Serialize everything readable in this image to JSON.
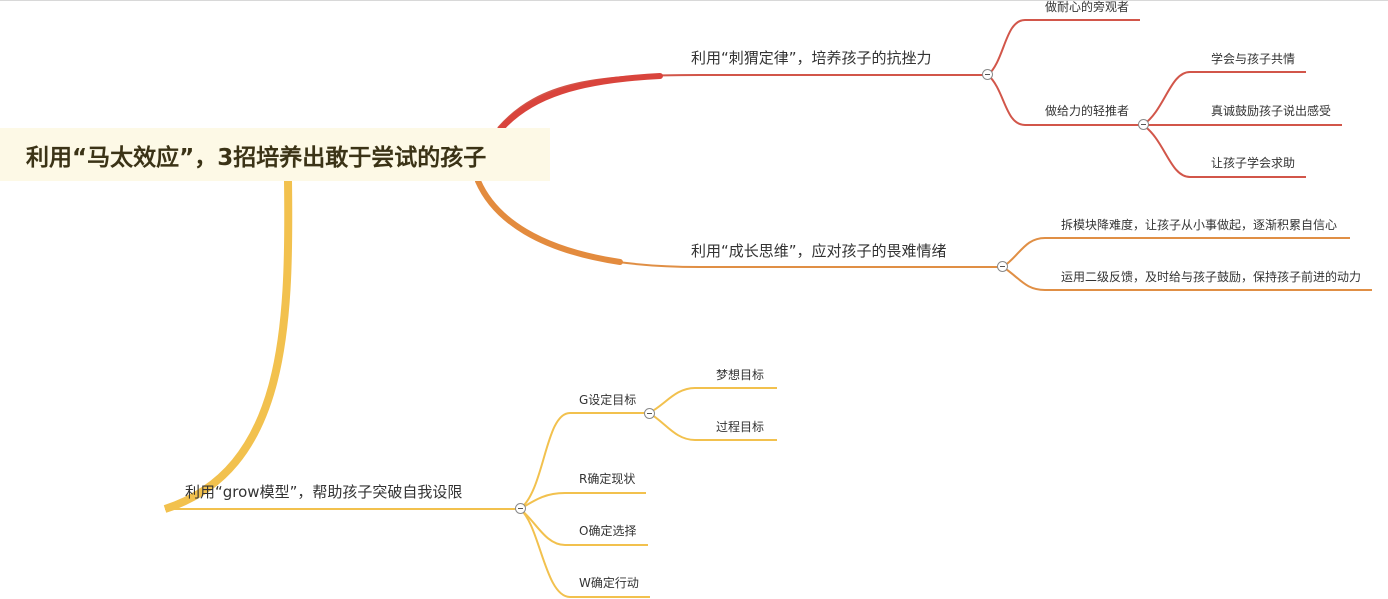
{
  "root": {
    "title": "利用“马太效应”，3招培养出敢于尝试的孩子",
    "background": "#fdf9e6"
  },
  "colors": {
    "branch_red": "#d2564a",
    "branch_orange": "#e08f45",
    "branch_yellow": "#f2c14e"
  },
  "branches": [
    {
      "label": "利用“刺猬定律”，培养孩子的抗挫力",
      "color": "#d2564a",
      "children": [
        {
          "label": "做耐心的旁观者"
        },
        {
          "label": "做给力的轻推者",
          "children": [
            {
              "label": "学会与孩子共情"
            },
            {
              "label": "真诚鼓励孩子说出感受"
            },
            {
              "label": "让孩子学会求助"
            }
          ]
        }
      ]
    },
    {
      "label": "利用“成长思维”，应对孩子的畏难情绪",
      "color": "#e08f45",
      "children": [
        {
          "label": "拆模块降难度，让孩子从小事做起，逐渐积累自信心"
        },
        {
          "label": "运用二级反馈，及时给与孩子鼓励，保持孩子前进的动力"
        }
      ]
    },
    {
      "label": "利用“grow模型”，帮助孩子突破自我设限",
      "color": "#f2c14e",
      "children": [
        {
          "label": "G设定目标",
          "children": [
            {
              "label": "梦想目标"
            },
            {
              "label": "过程目标"
            }
          ]
        },
        {
          "label": "R确定现状"
        },
        {
          "label": "O确定选择"
        },
        {
          "label": "W确定行动"
        }
      ]
    }
  ]
}
